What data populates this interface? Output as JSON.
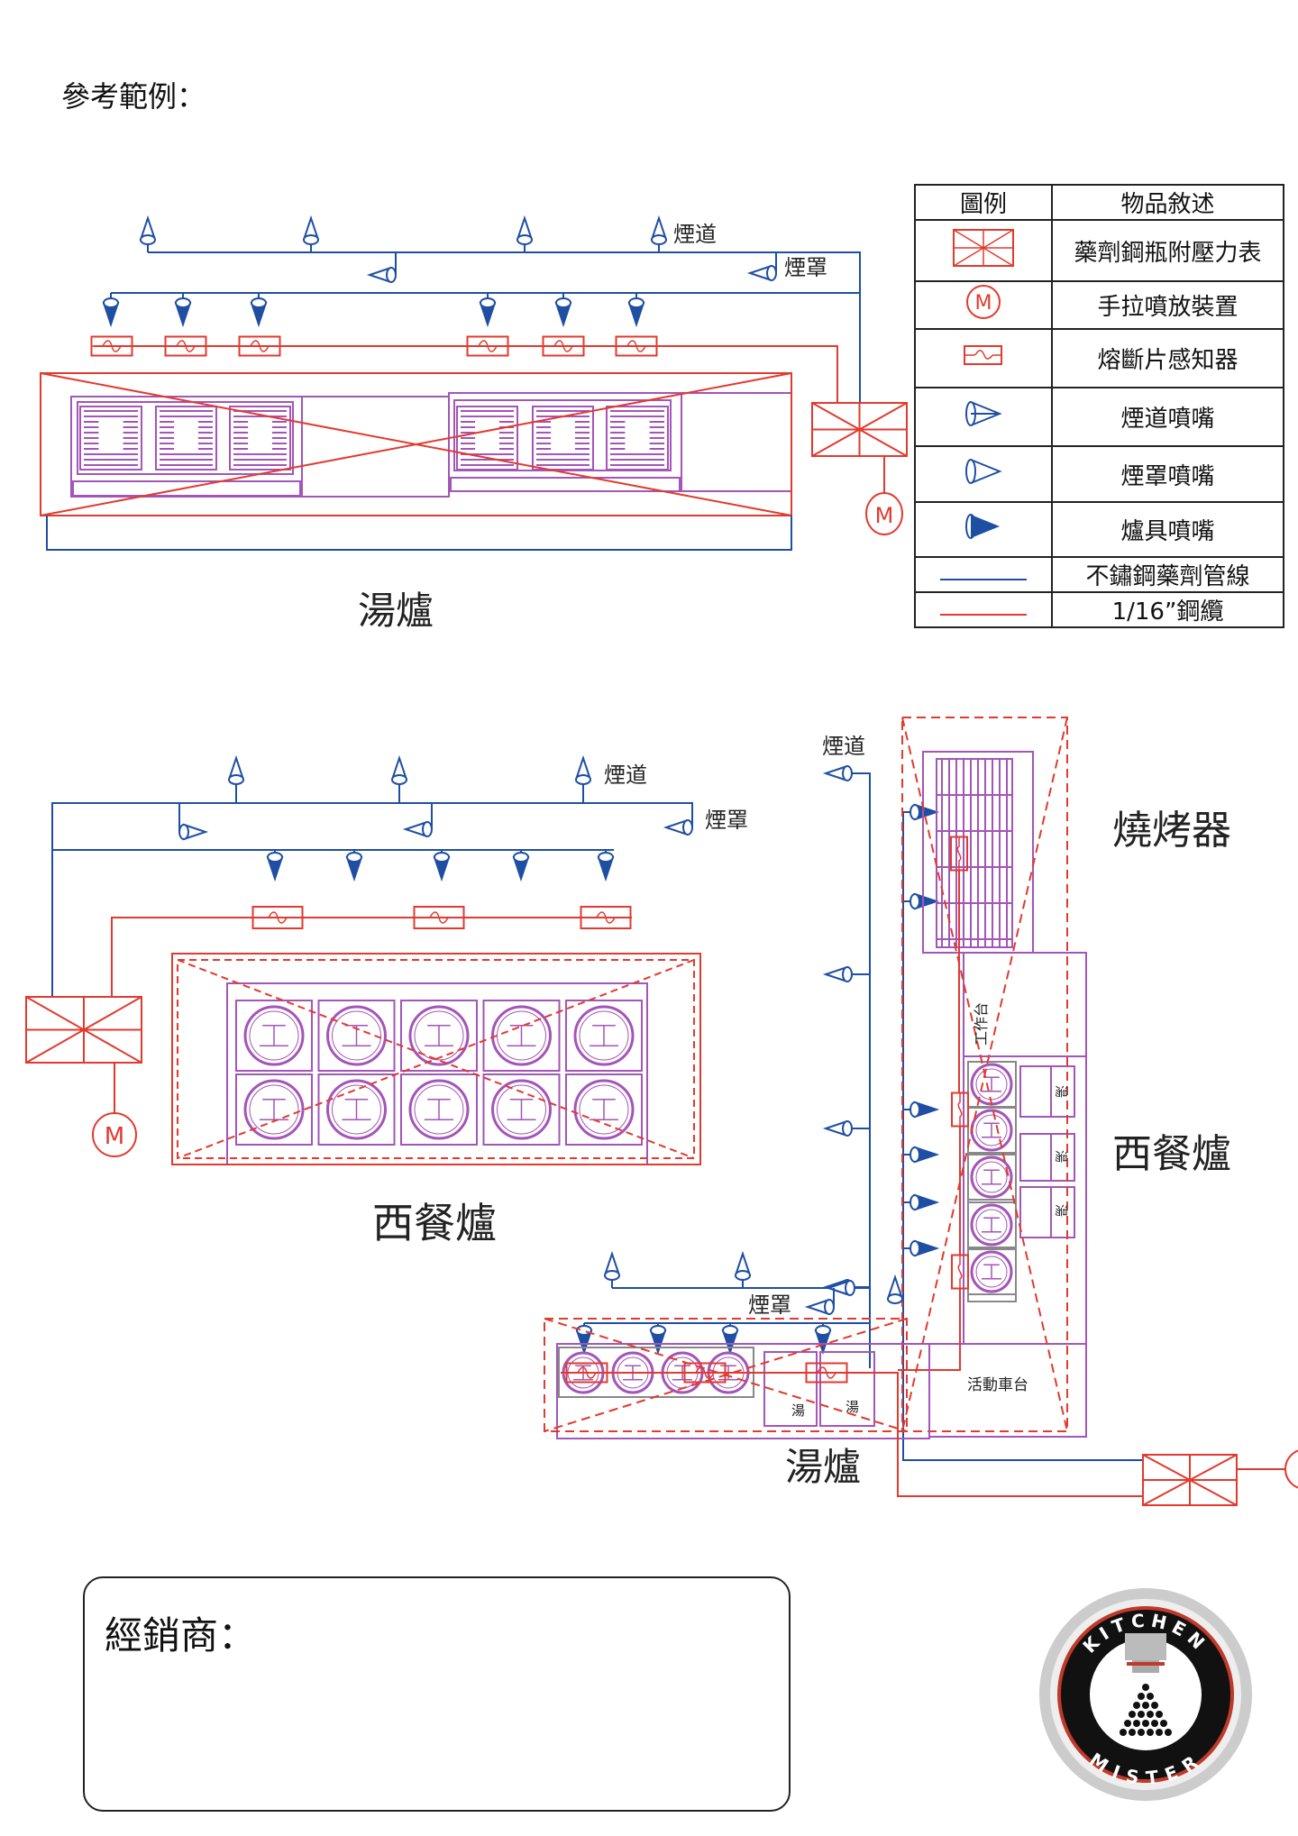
{
  "title": "參考範例：",
  "colors": {
    "pipe": "#1f4fa3",
    "cable": "#e23a2e",
    "appliance": "#a355b8"
  },
  "legend": {
    "header_symbol": "圖例",
    "header_desc": "物品敘述",
    "items": [
      {
        "icon": "agent-cylinder-icon",
        "label": "藥劑鋼瓶附壓力表"
      },
      {
        "icon": "manual-pull-station-icon",
        "label": "手拉噴放裝置"
      },
      {
        "icon": "fusible-link-detector-icon",
        "label": "熔斷片感知器"
      },
      {
        "icon": "duct-nozzle-icon",
        "label": "煙道噴嘴"
      },
      {
        "icon": "hood-nozzle-icon",
        "label": "煙罩噴嘴"
      },
      {
        "icon": "appliance-nozzle-icon",
        "label": "爐具噴嘴"
      },
      {
        "icon": "stainless-pipe-line-icon",
        "label": "不鏽鋼藥劑管線"
      },
      {
        "icon": "steel-cable-line-icon",
        "label": "1/16”鋼纜"
      }
    ]
  },
  "diagram1": {
    "duct": "煙道",
    "hood": "煙罩",
    "name": "湯爐",
    "pull": "M"
  },
  "diagram2": {
    "duct": "煙道",
    "hood": "煙罩",
    "name": "西餐爐",
    "pull": "M"
  },
  "diagram3": {
    "duct": "煙道",
    "hood": "煙罩",
    "grill": "燒烤器",
    "range": "西餐爐",
    "soup": "湯爐",
    "worktable": "工作台",
    "cart": "活動車台",
    "soup_pot": "湯",
    "pull": "M"
  },
  "dealer": {
    "label": "經銷商："
  },
  "logo": {
    "top": "KITCHEN",
    "bottom": "MISTER"
  }
}
